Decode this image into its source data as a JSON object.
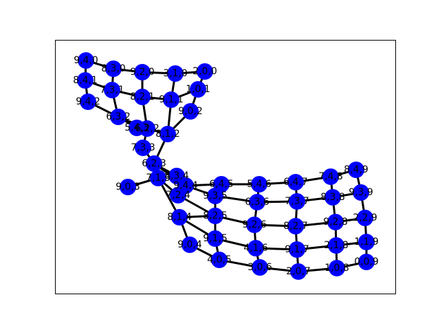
{
  "style": {
    "node_color": "#0000ff",
    "edge_color": "#000000",
    "label_color": "#000000"
  },
  "nodes": [
    {
      "id": "a",
      "label": "9,4,0"
    },
    {
      "id": "b",
      "label": "8,3,0"
    },
    {
      "id": "c",
      "label": "9,2,0"
    },
    {
      "id": "d",
      "label": "3,1,0"
    },
    {
      "id": "e",
      "label": "2,0,0"
    },
    {
      "id": "f",
      "label": "8,4,1"
    },
    {
      "id": "g",
      "label": "7,3,1"
    },
    {
      "id": "h",
      "label": "8,2,1"
    },
    {
      "id": "i",
      "label": "9,1,1"
    },
    {
      "id": "j",
      "label": "1,0,1"
    },
    {
      "id": "k",
      "label": "9,4,2"
    },
    {
      "id": "l",
      "label": "9,0,2"
    },
    {
      "id": "m",
      "label": "6,3,2"
    },
    {
      "id": "n",
      "label": "5,4,3"
    },
    {
      "id": "o",
      "label": "6,2,2"
    },
    {
      "id": "p",
      "label": "8,1,2"
    },
    {
      "id": "q",
      "label": "7,3,3"
    },
    {
      "id": "r",
      "label": "6,2,3"
    },
    {
      "id": "s",
      "label": "7,1,3"
    },
    {
      "id": "t",
      "label": "8,3,4"
    },
    {
      "id": "u",
      "label": "9,4,4"
    },
    {
      "id": "v",
      "label": "7,2,4"
    },
    {
      "id": "w",
      "label": "9,0,3"
    },
    {
      "id": "x",
      "label": "6,4,5"
    },
    {
      "id": "y",
      "label": "5,4,6"
    },
    {
      "id": "z",
      "label": "6,4,7"
    },
    {
      "id": "aa",
      "label": "7,4,8"
    },
    {
      "id": "ab",
      "label": "8,4,9"
    },
    {
      "id": "ac",
      "label": "9,3,5"
    },
    {
      "id": "ad",
      "label": "6,3,6"
    },
    {
      "id": "ae",
      "label": "7,3,7"
    },
    {
      "id": "af",
      "label": "8,3,8"
    },
    {
      "id": "ag",
      "label": "9,3,9"
    },
    {
      "id": "ah",
      "label": "8,1,4"
    },
    {
      "id": "ai",
      "label": "8,2,5"
    },
    {
      "id": "aj",
      "label": "9,2,6"
    },
    {
      "id": "ak",
      "label": "8,2,7"
    },
    {
      "id": "al",
      "label": "9,2,8"
    },
    {
      "id": "am",
      "label": "2,2,9"
    },
    {
      "id": "an",
      "label": "9,1,5"
    },
    {
      "id": "ao",
      "label": "4,1,6"
    },
    {
      "id": "ap",
      "label": "9,1,7"
    },
    {
      "id": "aq",
      "label": "2,1,8"
    },
    {
      "id": "ar",
      "label": "1,1,9"
    },
    {
      "id": "as",
      "label": "9,0,4"
    },
    {
      "id": "at",
      "label": "4,0,5"
    },
    {
      "id": "au",
      "label": "3,0,6"
    },
    {
      "id": "av",
      "label": "2,0,7"
    },
    {
      "id": "aw",
      "label": "1,0,8"
    },
    {
      "id": "ax",
      "label": "0,0,9"
    }
  ],
  "edges": [
    [
      "a",
      "b"
    ],
    [
      "b",
      "c"
    ],
    [
      "c",
      "d"
    ],
    [
      "d",
      "e"
    ],
    [
      "a",
      "f"
    ],
    [
      "b",
      "g"
    ],
    [
      "c",
      "h"
    ],
    [
      "d",
      "i"
    ],
    [
      "e",
      "j"
    ],
    [
      "f",
      "g"
    ],
    [
      "g",
      "h"
    ],
    [
      "h",
      "i"
    ],
    [
      "i",
      "j"
    ],
    [
      "f",
      "k"
    ],
    [
      "j",
      "l"
    ],
    [
      "i",
      "p"
    ],
    [
      "l",
      "p"
    ],
    [
      "k",
      "m"
    ],
    [
      "g",
      "m"
    ],
    [
      "m",
      "n"
    ],
    [
      "m",
      "o"
    ],
    [
      "h",
      "o"
    ],
    [
      "o",
      "p"
    ],
    [
      "o",
      "q"
    ],
    [
      "p",
      "r"
    ],
    [
      "q",
      "r"
    ],
    [
      "r",
      "s"
    ],
    [
      "r",
      "t"
    ],
    [
      "r",
      "u"
    ],
    [
      "s",
      "w"
    ],
    [
      "s",
      "v"
    ],
    [
      "s",
      "ah"
    ],
    [
      "t",
      "u"
    ],
    [
      "u",
      "v"
    ],
    [
      "u",
      "x"
    ],
    [
      "x",
      "y"
    ],
    [
      "y",
      "z"
    ],
    [
      "z",
      "aa"
    ],
    [
      "aa",
      "ab"
    ],
    [
      "x",
      "ac"
    ],
    [
      "y",
      "ad"
    ],
    [
      "z",
      "ae"
    ],
    [
      "aa",
      "af"
    ],
    [
      "ab",
      "ag"
    ],
    [
      "u",
      "ac"
    ],
    [
      "ac",
      "ad"
    ],
    [
      "ad",
      "ae"
    ],
    [
      "ae",
      "af"
    ],
    [
      "af",
      "ag"
    ],
    [
      "v",
      "ai"
    ],
    [
      "ac",
      "ai"
    ],
    [
      "ad",
      "aj"
    ],
    [
      "ae",
      "ak"
    ],
    [
      "af",
      "al"
    ],
    [
      "ag",
      "am"
    ],
    [
      "ah",
      "ai"
    ],
    [
      "ai",
      "aj"
    ],
    [
      "aj",
      "ak"
    ],
    [
      "ak",
      "al"
    ],
    [
      "al",
      "am"
    ],
    [
      "ah",
      "an"
    ],
    [
      "ai",
      "an"
    ],
    [
      "aj",
      "ao"
    ],
    [
      "ak",
      "ap"
    ],
    [
      "al",
      "aq"
    ],
    [
      "am",
      "ar"
    ],
    [
      "an",
      "ao"
    ],
    [
      "ao",
      "ap"
    ],
    [
      "ap",
      "aq"
    ],
    [
      "aq",
      "ar"
    ],
    [
      "ah",
      "as"
    ],
    [
      "an",
      "at"
    ],
    [
      "ao",
      "au"
    ],
    [
      "ap",
      "av"
    ],
    [
      "aq",
      "aw"
    ],
    [
      "ar",
      "ax"
    ],
    [
      "as",
      "at"
    ],
    [
      "at",
      "au"
    ],
    [
      "au",
      "av"
    ],
    [
      "av",
      "aw"
    ],
    [
      "aw",
      "ax"
    ]
  ]
}
